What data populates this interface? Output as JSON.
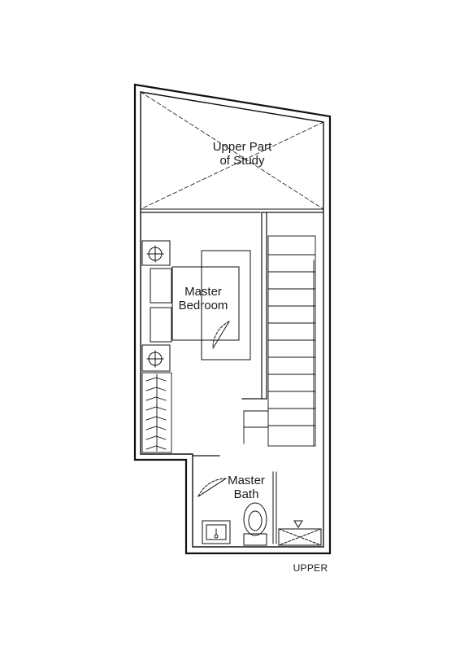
{
  "plan": {
    "rooms": {
      "study_void": {
        "line1": "Upper Part",
        "line2": "of Study"
      },
      "master_bedroom": {
        "line1": "Master",
        "line2": "Bedroom"
      },
      "master_bath": {
        "line1": "Master",
        "line2": "Bath"
      }
    },
    "level_caption": "UPPER"
  }
}
